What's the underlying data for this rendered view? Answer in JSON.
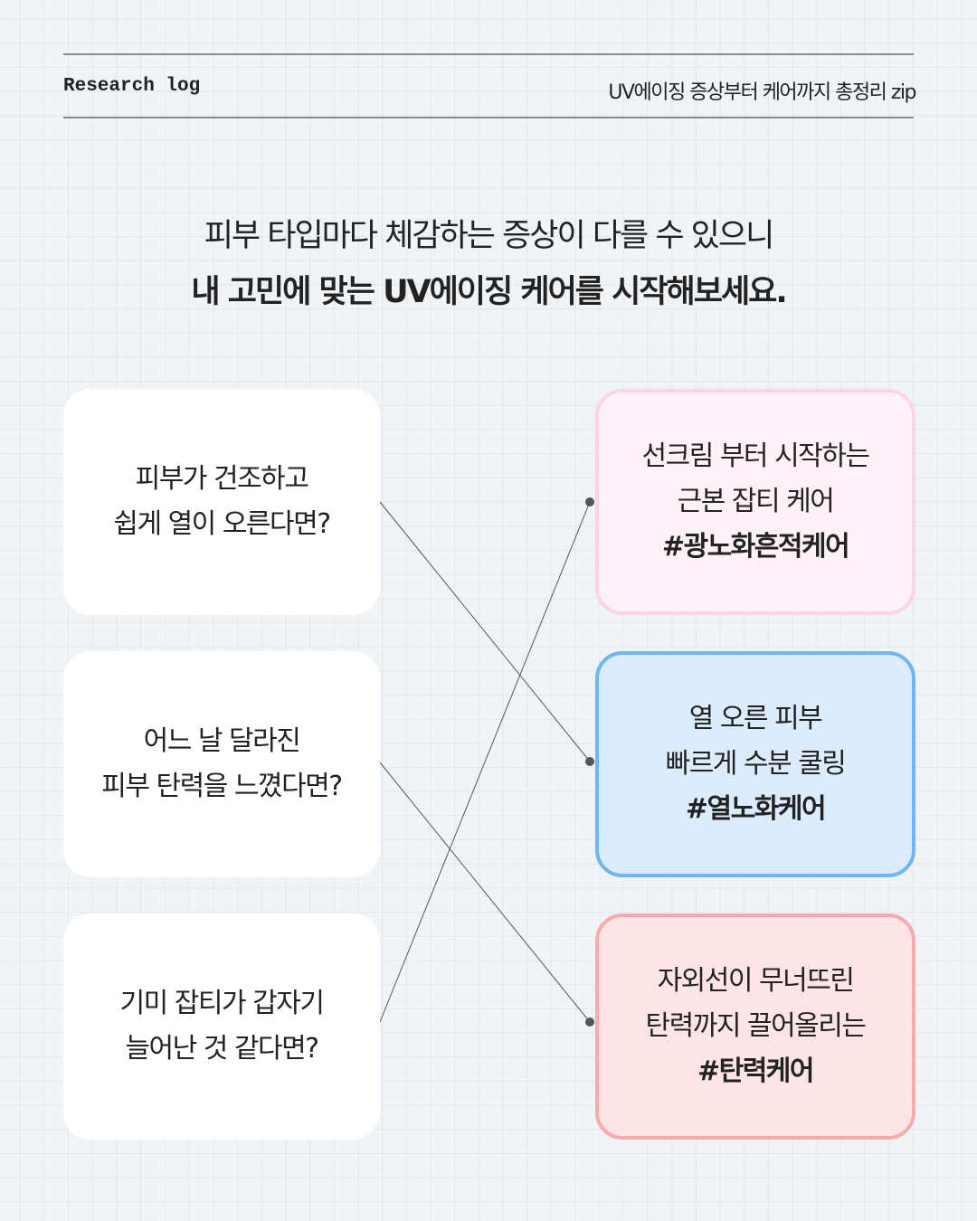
{
  "header": {
    "left": "Research log",
    "right": "UV에이징 증상부터 케어까지 총정리 zip"
  },
  "intro": {
    "line1": "피부 타입마다 체감하는 증상이 다를 수 있으니",
    "line2": "내 고민에 맞는 UV에이징 케어를 시작해보세요."
  },
  "questions": [
    {
      "line1": "피부가 건조하고",
      "line2": "쉽게 열이 오른다면?"
    },
    {
      "line1": "어느 날 달라진",
      "line2": "피부 탄력을 느꼈다면?"
    },
    {
      "line1": "기미 잡티가 갑자기",
      "line2": "늘어난 것 같다면?"
    }
  ],
  "cares": [
    {
      "line1": "선크림 부터 시작하는",
      "line2": "근본 잡티 케어",
      "tag": "#광노화흔적케어",
      "border": "#fcd4e7",
      "bg": "#fef1f7"
    },
    {
      "line1": "열 오른 피부",
      "line2": "빠르게 수분 쿨링",
      "tag": "#열노화케어",
      "border": "#70b6f7",
      "bg": "#dcecfd"
    },
    {
      "line1": "자외선이 무너뜨린",
      "line2": "탄력까지 끌어올리는",
      "tag": "#탄력케어",
      "border": "#f8abad",
      "bg": "#fde4e6"
    }
  ]
}
